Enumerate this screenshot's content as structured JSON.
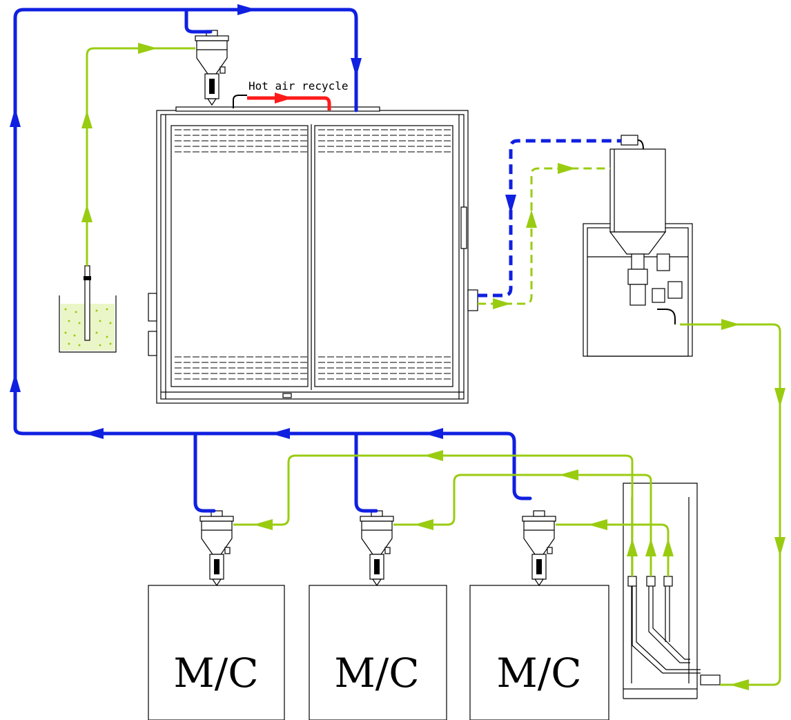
{
  "labels": {
    "hot_air": "Hot air recycle",
    "machines": [
      "M/C",
      "M/C",
      "M/C"
    ]
  },
  "colors": {
    "vacuum_line": "#1020e0",
    "material_line": "#99cc11",
    "hot_air_line": "#ff1a1a",
    "outline": "#000000"
  },
  "icons": [
    "hopper-loader-icon",
    "dryer-cabinet-icon",
    "desiccant-dryer-icon",
    "material-bin-icon",
    "distribution-station-icon"
  ]
}
